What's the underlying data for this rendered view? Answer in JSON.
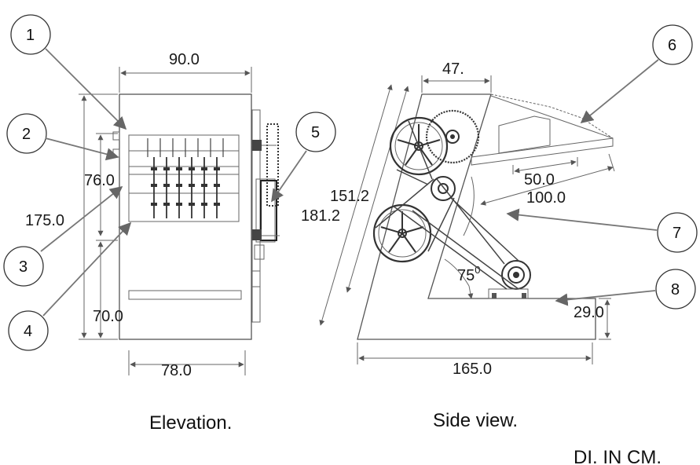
{
  "elevation": {
    "caption": "Elevation.",
    "dims": {
      "width_top": "90.0",
      "height_total": "175.0",
      "height_upper": "76.0",
      "height_lower": "70.0",
      "width_bottom": "78.0"
    }
  },
  "side_view": {
    "caption": "Side view.",
    "dims": {
      "top": "47.",
      "slant_inner": "151.2",
      "slant_outer": "181.2",
      "arm": "50.0",
      "arm_total": "100.0",
      "angle": "75",
      "angle_unit": "0",
      "base_height": "29.0",
      "base_length": "165.0"
    }
  },
  "units_note": "DI. IN CM.",
  "callouts": [
    "1",
    "2",
    "3",
    "4",
    "5",
    "6",
    "7",
    "8"
  ]
}
